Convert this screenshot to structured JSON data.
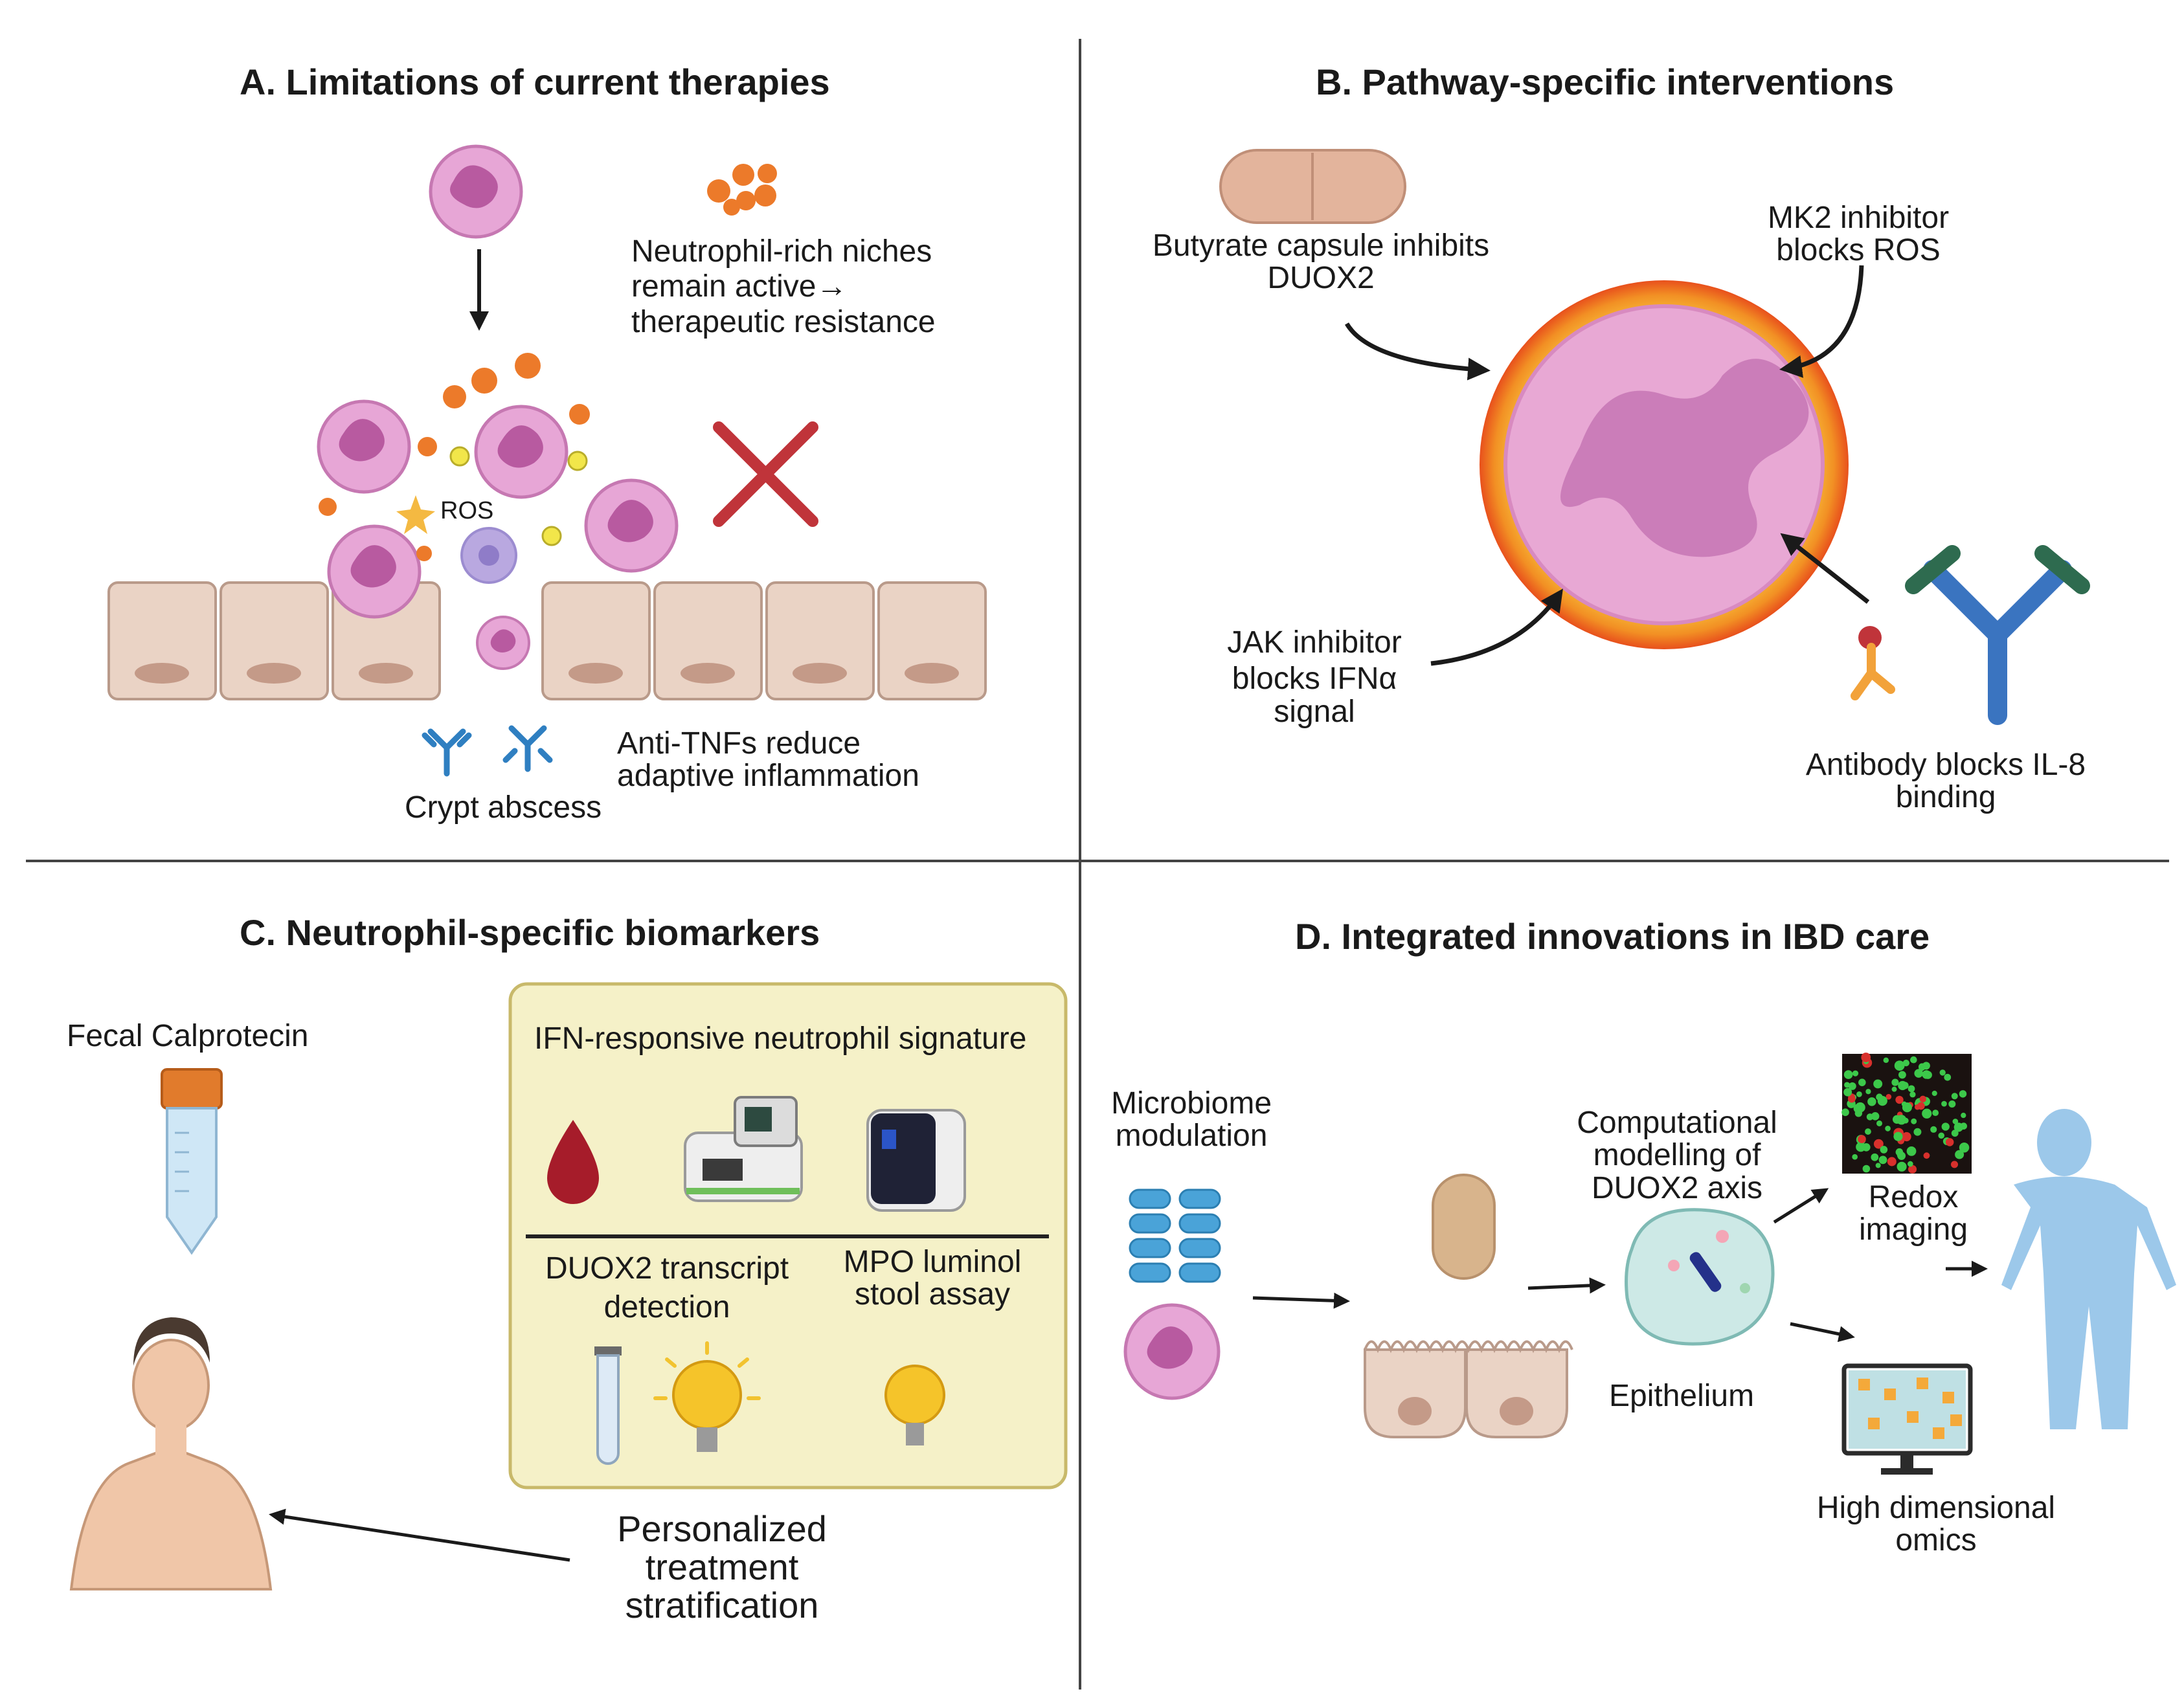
{
  "panels": {
    "a": {
      "title": "A. Limitations of current therapies",
      "niches_line1": "Neutrophil-rich niches",
      "niches_line2": "remain active→",
      "niches_line3": "therapeutic resistance",
      "ros": "ROS",
      "antitnf_line1": "Anti-TNFs reduce",
      "antitnf_line2": "adaptive inflammation",
      "crypt": "Crypt abscess"
    },
    "b": {
      "title": "B. Pathway-specific interventions",
      "butyrate_line1": "Butyrate capsule inhibits",
      "butyrate_line2": "DUOX2",
      "mk2_line1": "MK2 inhibitor",
      "mk2_line2": "blocks ROS",
      "jak_line1": "JAK inhibitor",
      "jak_line2": "blocks IFNα",
      "jak_line3": "signal",
      "antibody_line1": "Antibody blocks IL-8",
      "antibody_line2": "binding"
    },
    "c": {
      "title": "C. Neutrophil-specific biomarkers",
      "fecal": "Fecal Calprotecin",
      "box_title": "IFN-responsive neutrophil signature",
      "duox2_line1": "DUOX2 transcript",
      "duox2_line2": "detection",
      "mpo_line1": "MPO luminol",
      "mpo_line2": "stool assay",
      "personalized_line1": "Personalized",
      "personalized_line2": "treatment",
      "personalized_line3": "stratification"
    },
    "d": {
      "title": "D. Integrated innovations in IBD care",
      "microbiome_line1": "Microbiome",
      "microbiome_line2": "modulation",
      "comp_line1": "Computational",
      "comp_line2": "modelling of",
      "comp_line3": "DUOX2 axis",
      "epithelium": "Epithelium",
      "redox_line1": "Redox",
      "redox_line2": "imaging",
      "omics_line1": "High dimensional",
      "omics_line2": "omics"
    }
  },
  "colors": {
    "neutrophil_fill": "#e7a6d6",
    "neutrophil_nucleus": "#b85aa0",
    "granule_orange": "#ec7a2a",
    "epithelial_cell": "#ead3c5",
    "epithelial_border": "#b99a8a",
    "red_x": "#c0343a",
    "antibody_blue": "#3a74c0",
    "antibody_green": "#2e6b4f",
    "biomarker_box": "#f5f1c8",
    "biomarker_border": "#c8b96a",
    "human_blue": "#9cc8ea",
    "skin": "#f0c6a8"
  }
}
